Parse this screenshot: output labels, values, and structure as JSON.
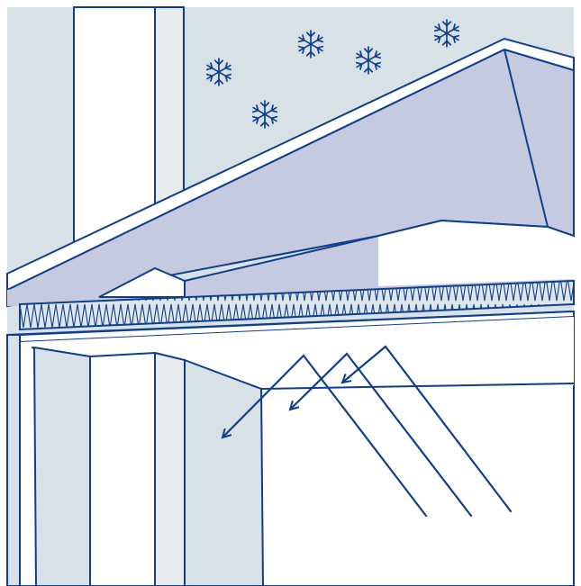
{
  "illustration": {
    "colors": {
      "background": "#ffffff",
      "sky": "#d7e1e6",
      "roof": "#c6cae0",
      "outline": "#0f3f8c",
      "wall_panel": "#d7e1e6",
      "post": "#e9ebef",
      "insulation_fill": "#dfe6ea"
    },
    "icons": [
      "snowflake-icon",
      "snowflake-icon",
      "snowflake-icon",
      "snowflake-icon",
      "snowflake-icon"
    ],
    "arrows": [
      "heat-reflection-arrow",
      "heat-reflection-arrow",
      "heat-reflection-arrow"
    ]
  }
}
